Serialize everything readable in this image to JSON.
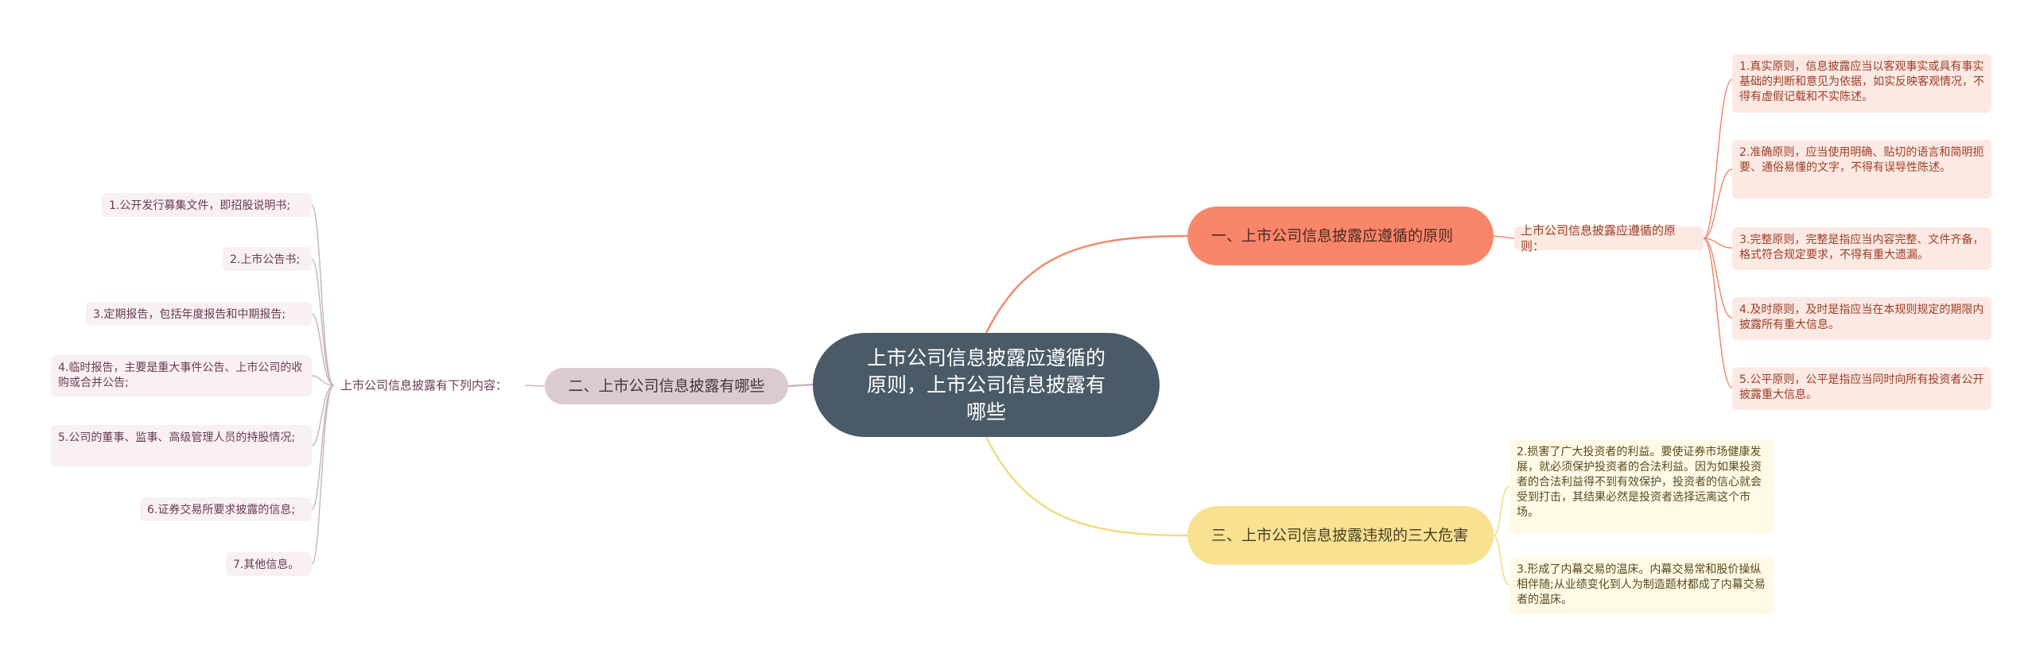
{
  "root": {
    "label": "上市公司信息披露应遵循的原则，上市公司信息披露有哪些"
  },
  "branch1": {
    "label": "一、上市公司信息披露应遵循的原则",
    "sub": "上市公司信息披露应遵循的原则：",
    "leaves": [
      "1.真实原则，信息披露应当以客观事实或具有事实基础的判断和意见为依据，如实反映客观情况，不得有虚假记载和不实陈述。",
      "2.准确原则，应当使用明确、贴切的语言和简明扼要、通俗易懂的文字，不得有误导性陈述。",
      "3.完整原则，完整是指应当内容完整、文件齐备，格式符合规定要求，不得有重大遗漏。",
      "4.及时原则，及时是指应当在本规则规定的期限内披露所有重大信息。",
      "5.公平原则，公平是指应当同时向所有投资者公开披露重大信息。"
    ]
  },
  "branch2": {
    "label": "二、上市公司信息披露有哪些",
    "sub": "上市公司信息披露有下列内容：",
    "leaves": [
      "1.公开发行募集文件，即招股说明书;",
      "2.上市公告书;",
      "3.定期报告，包括年度报告和中期报告;",
      "4.临时报告，主要是重大事件公告、上市公司的收购或合并公告;",
      "5.公司的董事、监事、高级管理人员的持股情况;",
      "6.证券交易所要求披露的信息;",
      "7.其他信息。"
    ]
  },
  "branch3": {
    "label": "三、上市公司信息披露违规的三大危害",
    "leaves": [
      "2.损害了广大投资者的利益。要使证券市场健康发展，就必须保护投资者的合法利益。因为如果投资者的合法利益得不到有效保护，投资者的信心就会受到打击，其结果必然是投资者选择远离这个市场。",
      "3.形成了内幕交易的温床。内幕交易常和股价操纵相伴随;从业绩变化到人为制造题材都成了内幕交易者的温床。"
    ]
  },
  "colors": {
    "root": "#4a5a67",
    "branch1": "#f9866a",
    "branch2": "#dccad3",
    "branch3": "#f8e191"
  }
}
